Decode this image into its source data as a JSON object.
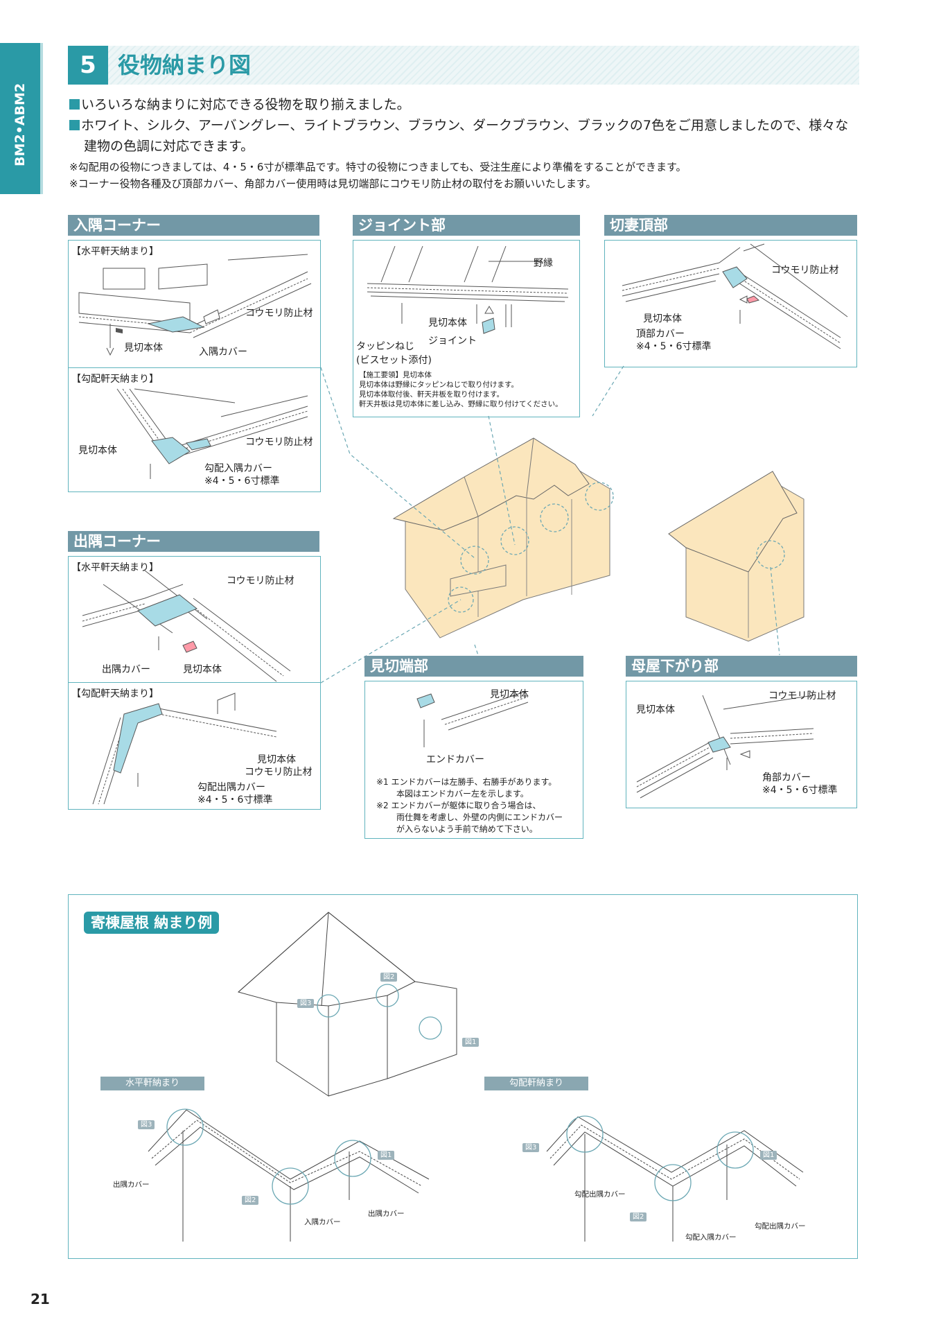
{
  "side_tab": "BM2•ABM2",
  "header": {
    "number": "5",
    "title": "役物納まり図"
  },
  "intro": [
    "いろいろな納まりに対応できる役物を取り揃えました。",
    "ホワイト、シルク、アーバングレー、ライトブラウン、ブラウン、ダークブラウン、ブラックの7色をご用意しましたので、様々な",
    "建物の色調に対応できます。"
  ],
  "notes": [
    "※勾配用の役物につきましては、4・5・6寸が標準品です。特寸の役物につきましても、受注生産により準備をすることができます。",
    "※コーナー役物各種及び頂部カバー、角部カバー使用時は見切端部にコウモリ防止材の取付をお願いいたします。"
  ],
  "irisumi": {
    "title": "入隅コーナー",
    "horizontal": {
      "heading": "【水平軒天納まり】",
      "labels": [
        "コウモリ防止材",
        "見切本体",
        "入隅カバー"
      ]
    },
    "slope": {
      "heading": "【勾配軒天納まり】",
      "labels": [
        "見切本体",
        "コウモリ防止材",
        "勾配入隅カバー",
        "※4・5・6寸標準"
      ]
    }
  },
  "joint": {
    "title": "ジョイント部",
    "labels": [
      "野縁",
      "見切本体",
      "ジョイント",
      "タッピンねじ",
      "(ビスセット添付)"
    ],
    "procedure": [
      "【施工要領】見切本体",
      "見切本体は野縁にタッピンねじで取り付けます。",
      "見切本体取付後、軒天井板を取り付けます。",
      "軒天井板は見切本体に差し込み、野縁に取り付けてください。"
    ]
  },
  "kirizuma": {
    "title": "切妻頂部",
    "labels": [
      "コウモリ防止材",
      "見切本体",
      "頂部カバー",
      "※4・5・6寸標準"
    ]
  },
  "desumi": {
    "title": "出隅コーナー",
    "horizontal": {
      "heading": "【水平軒天納まり】",
      "labels": [
        "コウモリ防止材",
        "出隅カバー",
        "見切本体"
      ]
    },
    "slope": {
      "heading": "【勾配軒天納まり】",
      "labels": [
        "見切本体",
        "コウモリ防止材",
        "勾配出隅カバー",
        "※4・5・6寸標準"
      ]
    }
  },
  "mikiri": {
    "title": "見切端部",
    "labels": [
      "見切本体",
      "エンドカバー"
    ],
    "notes": [
      "※1  エンドカバーは左勝手、右勝手があります。",
      "本図はエンドカバー左を示します。",
      "※2  エンドカバーが躯体に取り合う場合は、",
      "雨仕舞を考慮し、外壁の内側にエンドカバー",
      "が入らないよう手前で納めて下さい。"
    ]
  },
  "moya": {
    "title": "母屋下がり部",
    "labels": [
      "コウモリ防止材",
      "見切本体",
      "角部カバー",
      "※4・5・6寸標準"
    ]
  },
  "yosemune": {
    "title": "寄棟屋根  納まり例",
    "fig_tags": [
      "図1",
      "図2",
      "図3"
    ],
    "horizontal": {
      "title": "水平軒納まり",
      "labels": [
        "出隅カバー",
        "入隅カバー",
        "出隅カバー"
      ]
    },
    "slope": {
      "title": "勾配軒納まり",
      "labels": [
        "勾配出隅カバー",
        "勾配入隅カバー",
        "勾配出隅カバー"
      ]
    }
  },
  "colors": {
    "accent": "#2a9aa6",
    "band": "#7298a6",
    "wall": "#fbe6bd",
    "part": "#a8dbe6"
  },
  "page_number": "21"
}
